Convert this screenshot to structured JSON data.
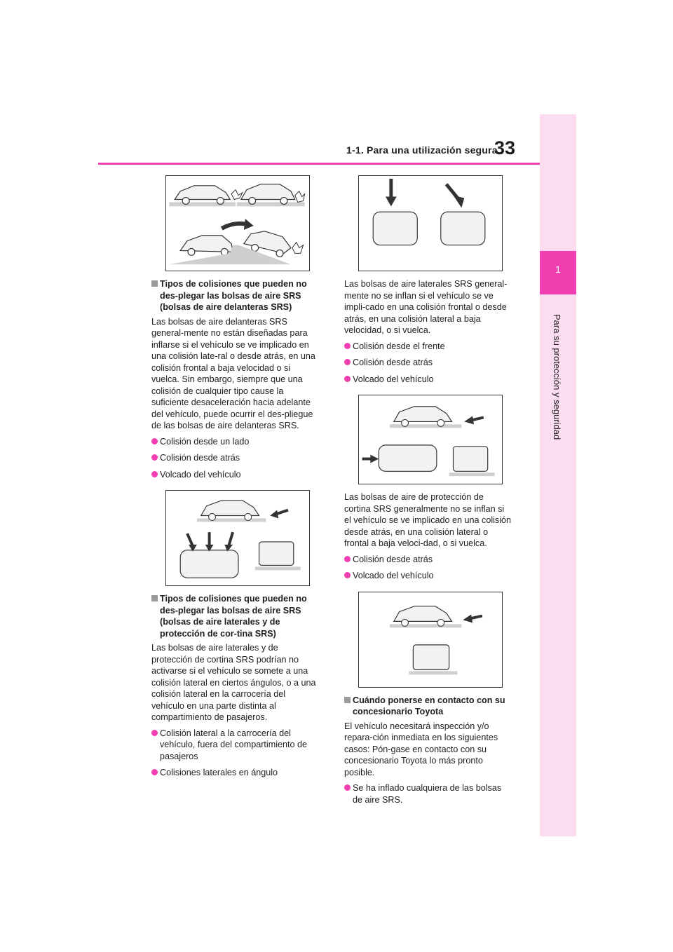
{
  "header": {
    "section_title": "1-1. Para una utilización segura",
    "page_number": "33"
  },
  "side_tab": {
    "chapter_number": "1",
    "chapter_label": "Para su protección y seguridad"
  },
  "left_column": {
    "section1": {
      "heading": "Tipos de colisiones que pueden no des-plegar las bolsas de aire SRS (bolsas de aire delanteras SRS)",
      "body": "Las bolsas de aire delanteras SRS general-mente no están diseñadas para inflarse si el vehículo se ve implicado en una colisión late-ral o desde atrás, en una colisión frontal a baja velocidad o si vuelca. Sin embargo, siempre que una colisión de cualquier tipo cause la suficiente desaceleración hacia adelante del vehículo, puede ocurrir el des-pliegue de las bolsas de aire delanteras SRS.",
      "bullets": [
        "Colisión desde un lado",
        "Colisión desde atrás",
        "Volcado del vehículo"
      ]
    },
    "section2": {
      "heading": "Tipos de colisiones que pueden no des-plegar las bolsas de aire SRS (bolsas de aire laterales y de protección de cor-tina SRS)",
      "body": "Las bolsas de aire laterales y de protección de cortina SRS podrían no activarse si el vehículo se somete a una colisión lateral en ciertos ángulos, o a una colisión lateral en la carrocería del vehículo en una parte distinta al compartimiento de pasajeros.",
      "bullets": [
        "Colisión lateral a la carrocería del vehículo, fuera del compartimiento de pasajeros",
        "Colisiones laterales en ángulo"
      ]
    }
  },
  "right_column": {
    "section1": {
      "body": "Las bolsas de aire laterales SRS general-mente no se inflan si el vehículo se ve impli-cado en una colisión frontal o desde atrás, en una colisión lateral a baja velocidad, o si vuelca.",
      "bullets": [
        "Colisión desde el frente",
        "Colisión desde atrás",
        "Volcado del vehículo"
      ]
    },
    "section2": {
      "body": "Las bolsas de aire de protección de cortina SRS generalmente no se inflan si el vehículo se ve implicado en una colisión desde atrás, en una colisión lateral o frontal a baja veloci-dad, o si vuelca.",
      "bullets": [
        "Colisión desde atrás",
        "Volcado del vehículo"
      ]
    },
    "section3": {
      "heading": "Cuándo ponerse en contacto con su concesionario Toyota",
      "body": "El vehículo necesitará inspección y/o repara-ción inmediata en los siguientes casos: Pón-gase en contacto con su concesionario Toyota lo más pronto posible.",
      "bullets": [
        "Se ha inflado cualquiera de las bolsas de aire SRS."
      ]
    }
  },
  "colors": {
    "accent": "#ef3fb1",
    "tab_light": "#fbdcf0",
    "heading_square": "#9a9a9a"
  }
}
